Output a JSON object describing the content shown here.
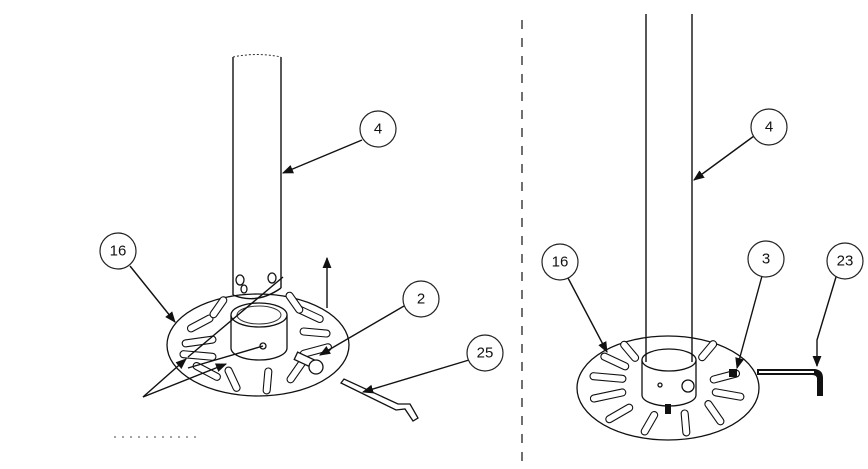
{
  "colors": {
    "line": "#111111",
    "background": "#ffffff"
  },
  "left_view": {
    "callouts": [
      {
        "id": "c4",
        "label": "4"
      },
      {
        "id": "c16",
        "label": "16"
      },
      {
        "id": "c2",
        "label": "2"
      },
      {
        "id": "c25",
        "label": "25"
      }
    ]
  },
  "right_view": {
    "callouts": [
      {
        "id": "c4",
        "label": "4"
      },
      {
        "id": "c16",
        "label": "16"
      },
      {
        "id": "c3",
        "label": "3"
      },
      {
        "id": "c23",
        "label": "23"
      }
    ]
  }
}
